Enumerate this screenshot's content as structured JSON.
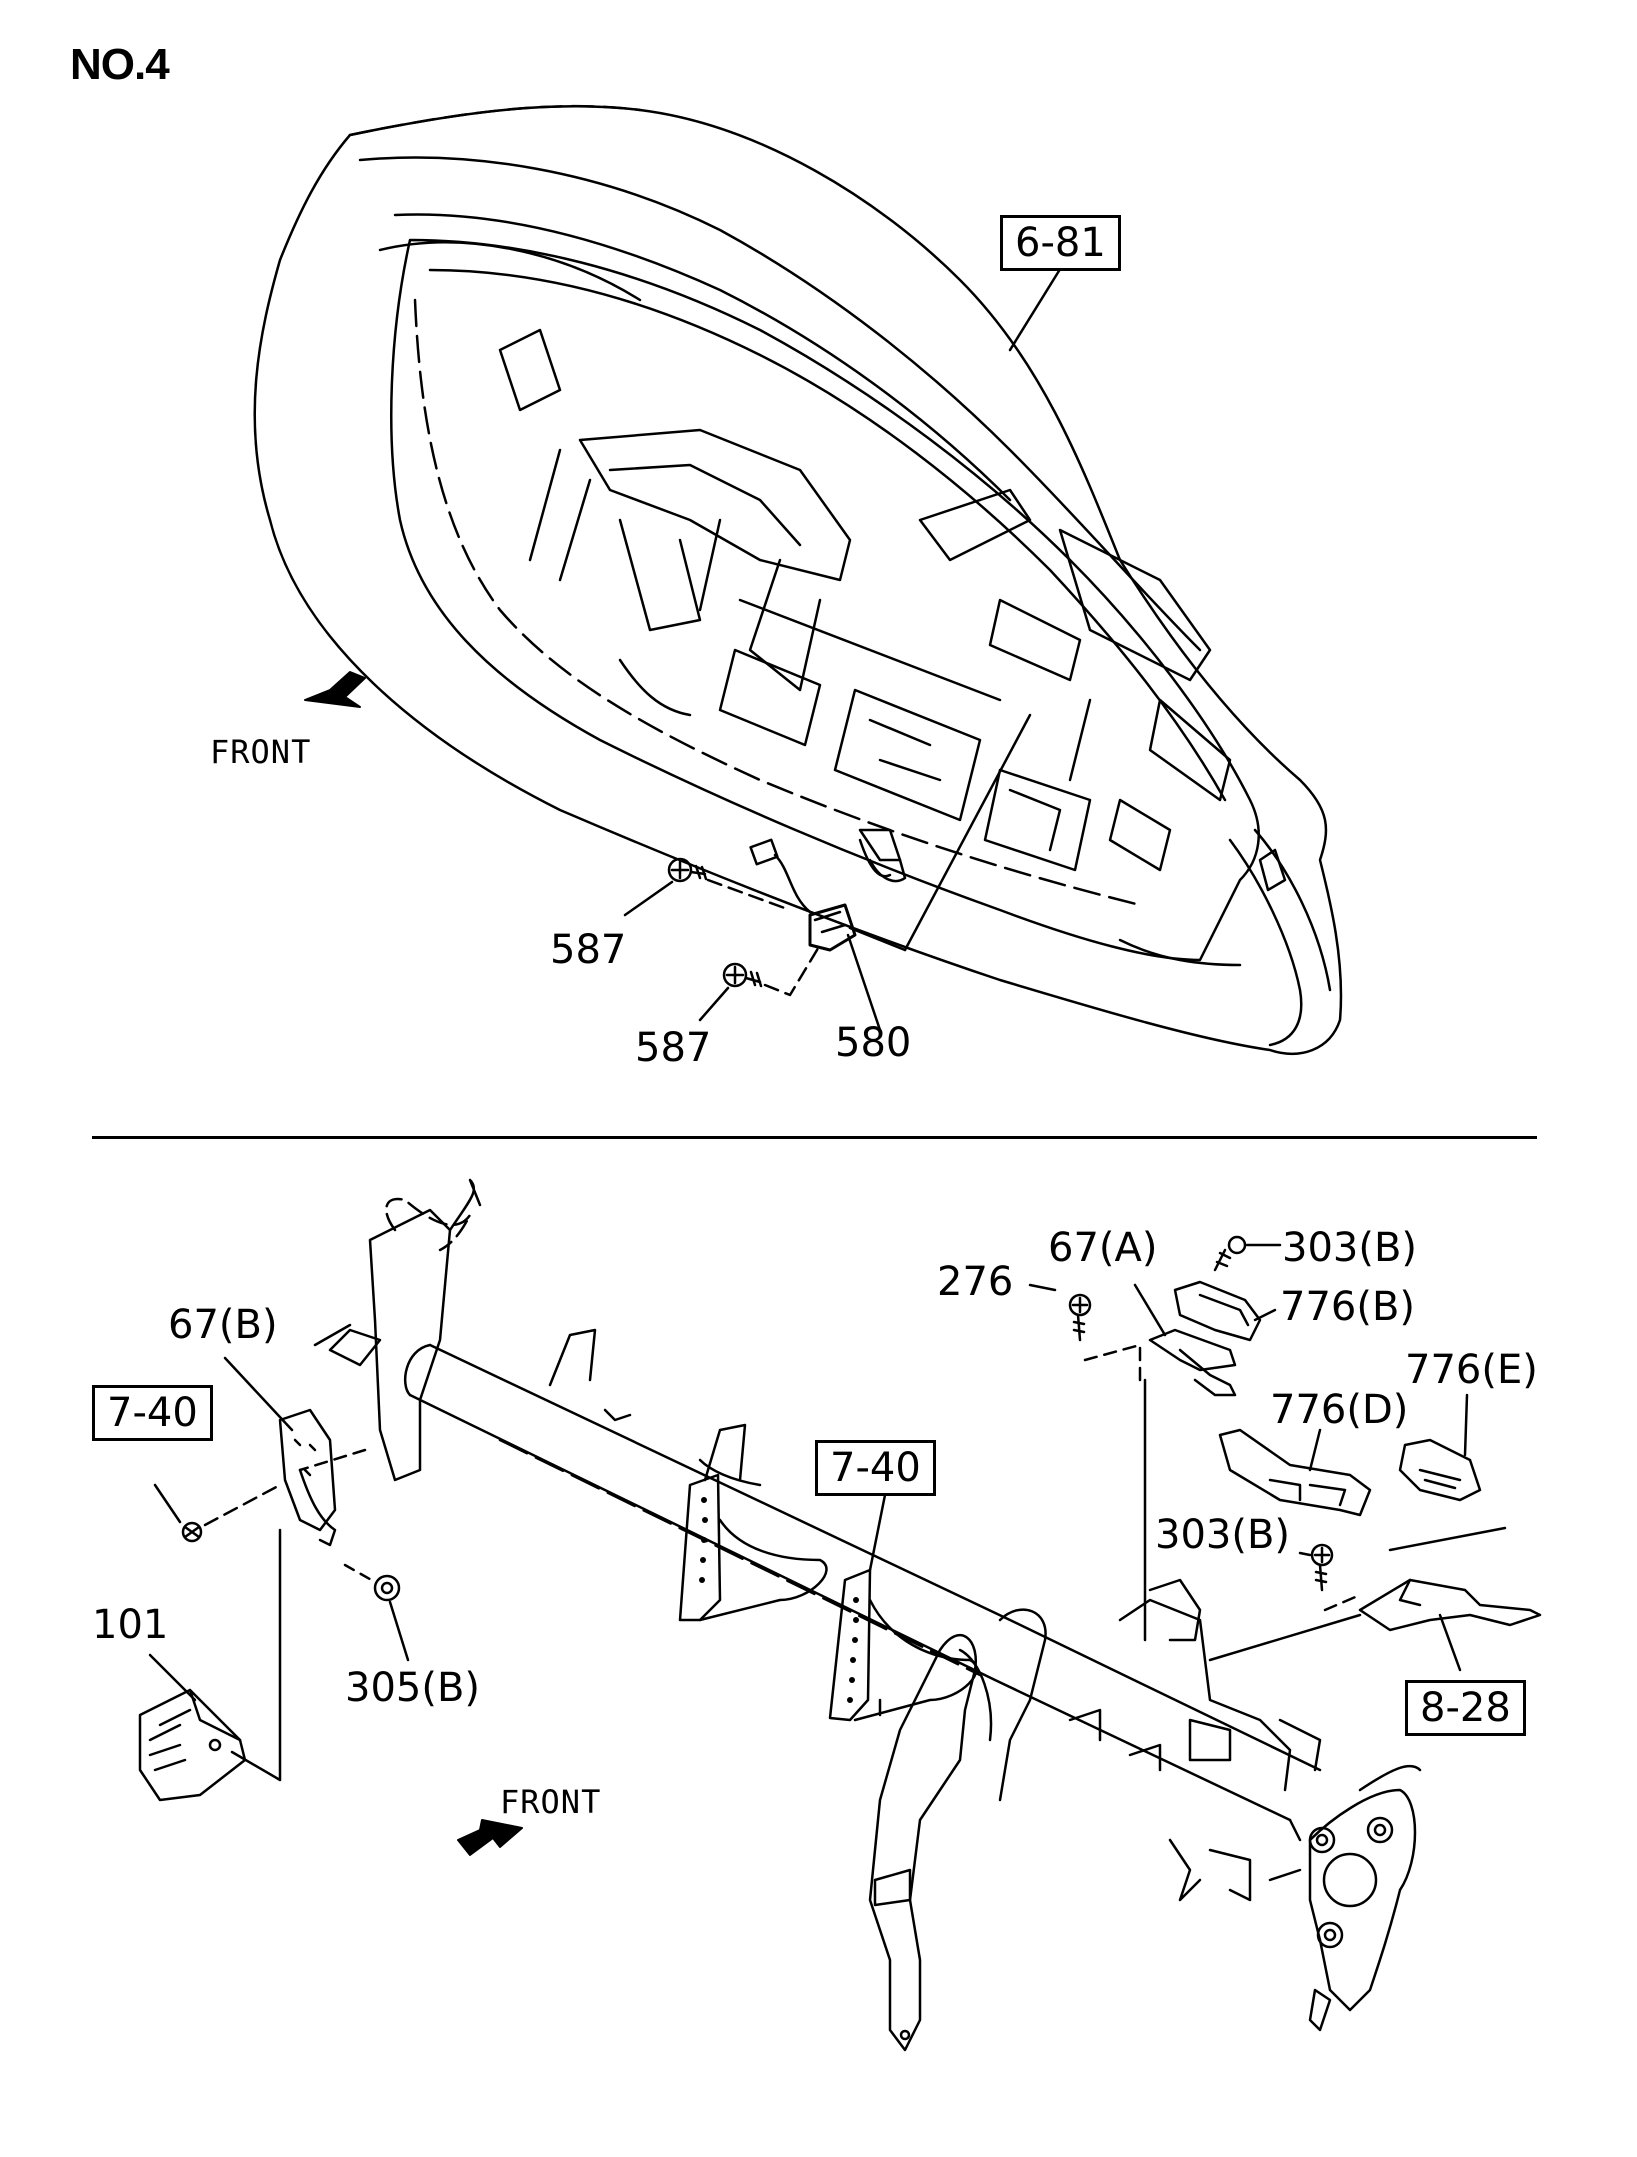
{
  "page": {
    "title": "NO.4"
  },
  "upper": {
    "front_label": "FRONT",
    "refs": {
      "ref_681": "6-81"
    },
    "parts": {
      "p587_a": "587",
      "p587_b": "587",
      "p580": "580"
    }
  },
  "lower": {
    "front_label": "FRONT",
    "refs": {
      "ref_740_left": "7-40",
      "ref_740_mid": "7-40",
      "ref_828": "8-28"
    },
    "parts": {
      "p67b": "67(B)",
      "p101": "101",
      "p305b": "305(B)",
      "p276": "276",
      "p67a": "67(A)",
      "p303b_top": "303(B)",
      "p776b": "776(B)",
      "p776e": "776(E)",
      "p776d": "776(D)",
      "p303b_mid": "303(B)"
    }
  }
}
